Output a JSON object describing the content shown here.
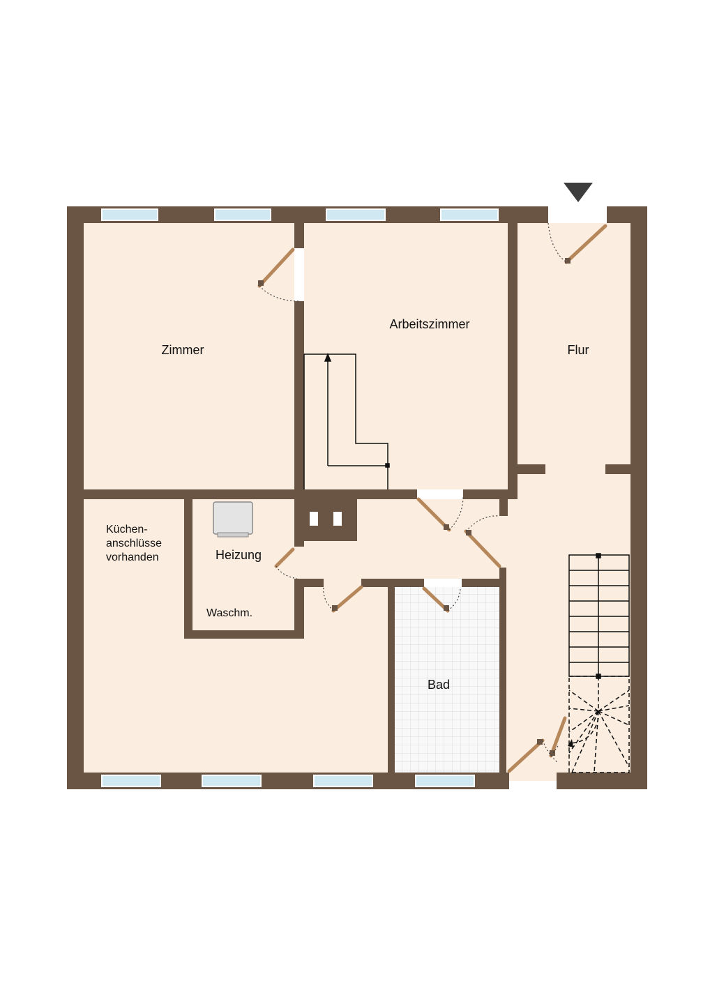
{
  "floorplan": {
    "rooms": {
      "zimmer": "Zimmer",
      "arbeitszimmer": "Arbeitszimmer",
      "flur": "Flur",
      "kueche_line1": "Küchen-",
      "kueche_line2": "anschlüsse",
      "kueche_line3": "vorhanden",
      "heizung": "Heizung",
      "waschm": "Waschm.",
      "bad": "Bad"
    },
    "colors": {
      "wall": "#6a5544",
      "floor": "#fbede0",
      "door": "#b5875a",
      "window": "#cfe8f1"
    },
    "icons": [
      "entrance-arrow-icon",
      "boiler-icon",
      "staircase-icon"
    ]
  }
}
